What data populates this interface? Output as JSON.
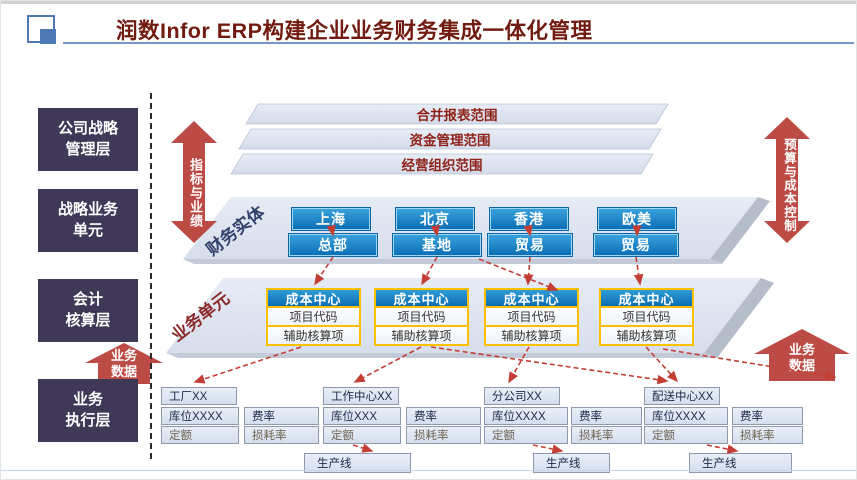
{
  "header": {
    "title": "润数Infor ERP构建企业业务财务集成一体化管理"
  },
  "layers": [
    {
      "lines": [
        "公司战略",
        "管理层"
      ]
    },
    {
      "lines": [
        "战略业务",
        "单元"
      ]
    },
    {
      "lines": [
        "会计",
        "核算层"
      ]
    },
    {
      "lines": [
        "业务",
        "执行层"
      ]
    }
  ],
  "side_arrows": {
    "left_vertical": "指标与业绩",
    "right_vertical": "预算与成本控制",
    "bottom_left": {
      "lines": [
        "业务",
        "数据"
      ]
    },
    "bottom_right": {
      "lines": [
        "业务",
        "数据"
      ]
    }
  },
  "scope_bars": [
    "合并报表范围",
    "资金管理范围",
    "经营组织范围"
  ],
  "band_labels": {
    "finance": "财务实体",
    "business": "业务单元"
  },
  "finance_entities": {
    "row1": [
      "上海",
      "北京",
      "香港",
      "欧美"
    ],
    "row2": [
      "总部",
      "基地",
      "贸易",
      "贸易"
    ]
  },
  "cost_centers": [
    {
      "header": "成本中心",
      "row1": "项目代码",
      "row2": "辅助核算项"
    },
    {
      "header": "成本中心",
      "row1": "项目代码",
      "row2": "辅助核算项"
    },
    {
      "header": "成本中心",
      "row1": "项目代码",
      "row2": "辅助核算项"
    },
    {
      "header": "成本中心",
      "row1": "项目代码",
      "row2": "辅助核算项"
    }
  ],
  "execution_groups": [
    {
      "header": "工厂XX",
      "loc": "库位XXXX",
      "quota": "定额",
      "rate": "费率",
      "loss": "损耗率"
    },
    {
      "header": "工作中心XX",
      "loc": "库位XXX",
      "quota": "定额",
      "rate": "费率",
      "loss": "损耗率"
    },
    {
      "header": "分公司XX",
      "loc": "库位XXXX",
      "quota": "定额",
      "rate": "费率",
      "loss": "损耗率"
    },
    {
      "header": "配送中心XX",
      "loc": "库位XXXX",
      "quota": "定额",
      "rate": "费率",
      "loss": "损耗率"
    }
  ],
  "production_lines": [
    "生产线",
    "生产线",
    "生产线"
  ],
  "colors": {
    "accent_red": "#bd4b45",
    "connector_red": "#c33f36",
    "entity_blue": "#0a6cb4",
    "gold_border": "#ffc000",
    "layer_purple": "#3f3856",
    "band_fill": "#dce3ef",
    "title_red": "#701a10",
    "finance_label": "#33406b",
    "business_label": "#8b2a28"
  }
}
